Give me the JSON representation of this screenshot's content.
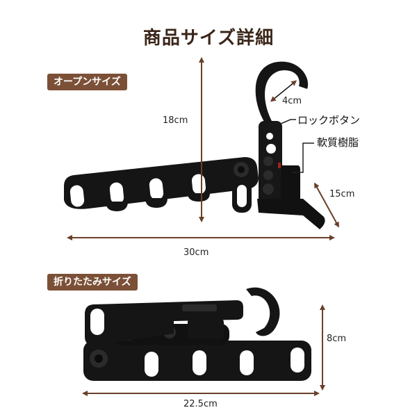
{
  "title": "商品サイズ詳細",
  "open": {
    "badge": "オープンサイズ",
    "height": "18cm",
    "hook": "4cm",
    "lock_button": "ロックボタン",
    "soft_resin": "軟質樹脂",
    "depth": "15cm",
    "width": "30cm"
  },
  "folded": {
    "badge": "折りたたみサイズ",
    "height": "8cm",
    "width": "22.5cm"
  },
  "colors": {
    "badge": "#7b5037",
    "product": "#141414",
    "title": "#3a2418"
  }
}
